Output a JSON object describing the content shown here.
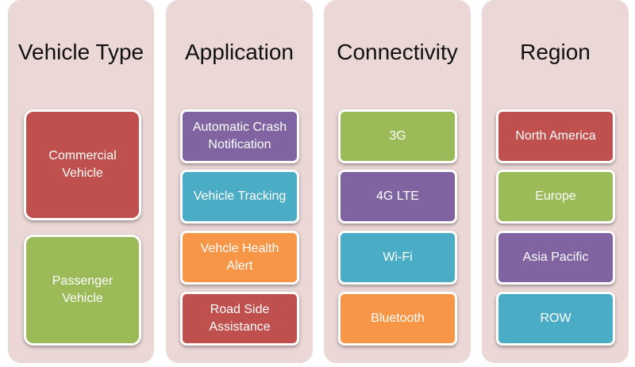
{
  "colors": {
    "red": "#c0504d",
    "purple": "#8064a2",
    "blue": "#4bacc6",
    "orange": "#f79646",
    "green": "#9bbb59",
    "column_bg": "#ecd7d7"
  },
  "columns": [
    {
      "title": "Vehicle Type",
      "items": [
        {
          "label": "Commercial\nVehicle",
          "color": "red"
        },
        {
          "label": "Passenger\nVehicle",
          "color": "green"
        }
      ]
    },
    {
      "title": "Application",
      "items": [
        {
          "label": "Automatic Crash\nNotification",
          "color": "purple"
        },
        {
          "label": "Vehicle Tracking",
          "color": "blue"
        },
        {
          "label": "Vehcle Health\nAlert",
          "color": "orange"
        },
        {
          "label": "Road Side\nAssistance",
          "color": "red"
        }
      ]
    },
    {
      "title": "Connectivity",
      "items": [
        {
          "label": "3G",
          "color": "green"
        },
        {
          "label": "4G LTE",
          "color": "purple"
        },
        {
          "label": "Wi-Fi",
          "color": "blue"
        },
        {
          "label": "Bluetooth",
          "color": "orange"
        }
      ]
    },
    {
      "title": "Region",
      "items": [
        {
          "label": "North America",
          "color": "red"
        },
        {
          "label": "Europe",
          "color": "green"
        },
        {
          "label": "Asia Pacific",
          "color": "purple"
        },
        {
          "label": "ROW",
          "color": "blue"
        }
      ]
    }
  ]
}
